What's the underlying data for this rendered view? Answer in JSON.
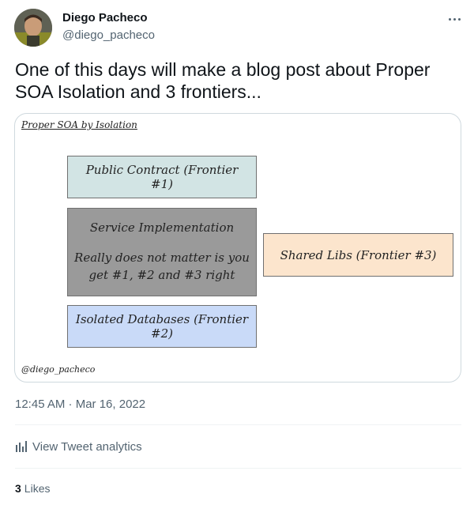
{
  "author": {
    "name": "Diego Pacheco",
    "handle": "@diego_pacheco"
  },
  "tweet": {
    "text": "One of this days will make a blog post about Proper SOA Isolation and 3 frontiers...",
    "timestamp": "12:45 AM · Mar 16, 2022"
  },
  "diagram": {
    "title": "Proper SOA by Isolation",
    "public_contract": "Public Contract (Frontier #1)",
    "service_title": "Service Implementation",
    "service_note": "Really does not matter is you get #1, #2 and #3 right",
    "isolated_db": "Isolated Databases (Frontier #2)",
    "shared_libs": "Shared Libs (Frontier #3)",
    "credit": "@diego_pacheco",
    "colors": {
      "public_contract": "#d2e4e4",
      "service": "#9a9a9a",
      "isolated_db": "#c9daf8",
      "shared_libs": "#fce5cd"
    }
  },
  "actions": {
    "analytics_label": "View Tweet analytics",
    "analytics_icon": "bar-chart-icon",
    "likes_count": "3",
    "likes_label": "Likes",
    "more_icon": "more-icon"
  }
}
